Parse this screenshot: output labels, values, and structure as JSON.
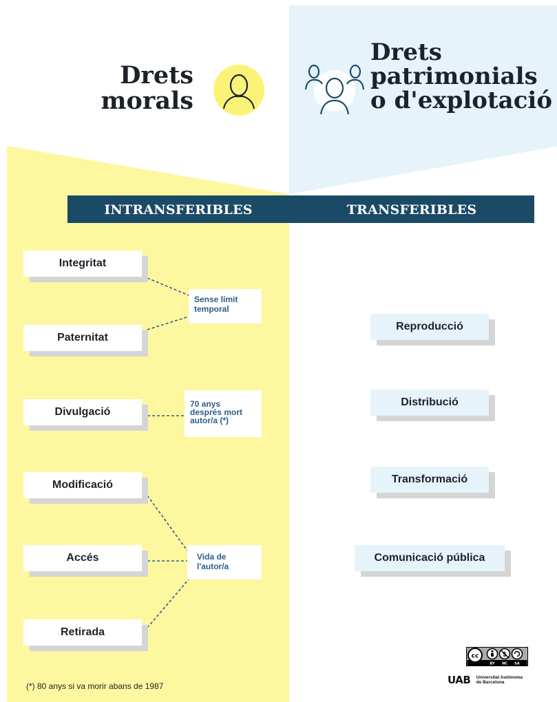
{
  "titles": {
    "moral_line1": "Drets",
    "moral_line2": "morals",
    "patrimonial_line1": "Drets",
    "patrimonial_line2": "patrimonials",
    "patrimonial_line3": "o d'explotació"
  },
  "bands": {
    "left": "INTRANSFERIBLES",
    "right": "TRANSFERIBLES"
  },
  "moral_rights": [
    "Integritat",
    "Paternitat",
    "Divulgació",
    "Modificació",
    "Accés",
    "Retirada"
  ],
  "durations": {
    "unlimited_line1": "Sense límit",
    "unlimited_line2": "temporal",
    "after_death_line1": "70 anys",
    "after_death_line2": "després mort",
    "after_death_line3": "autor/a  (*)",
    "lifetime_line1": "Vida de",
    "lifetime_line2": "l'autor/a"
  },
  "patrimonial_rights": [
    "Reproducció",
    "Distribució",
    "Transformació",
    "Comunicació pública"
  ],
  "footnote": "(*) 80 anys si va morir abans de 1987",
  "license": {
    "cc_label": "cc",
    "by_label": "BY",
    "nc_label": "NC",
    "sa_label": "SA"
  },
  "institution": {
    "mark": "UAB",
    "name_line1": "Universitat Autònoma",
    "name_line2": "de Barcelona"
  },
  "colors": {
    "yellow": "#fdf79f",
    "light_blue": "#e6f3fa",
    "band": "#1b4a66",
    "note_text": "#2c5d86"
  }
}
